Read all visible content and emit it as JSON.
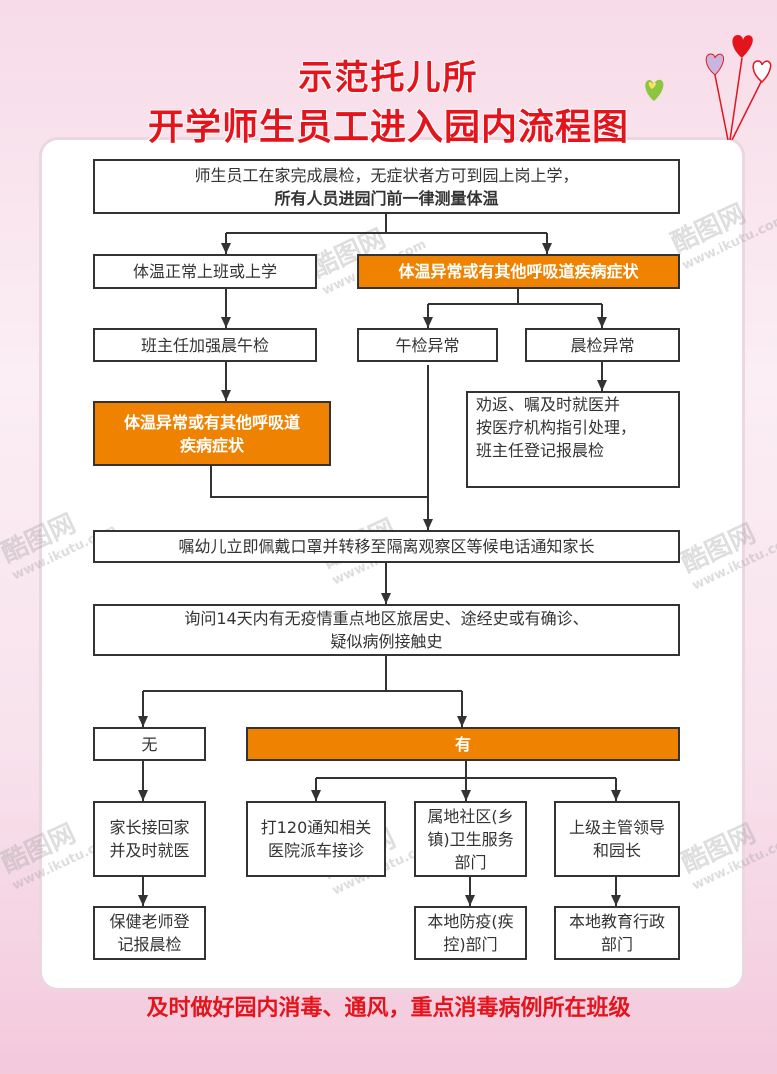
{
  "title": {
    "line1": "示范托儿所",
    "line2": "开学师生员工进入园内流程图"
  },
  "flow": {
    "start": {
      "line1": "师生员工在家完成晨检，无症状者方可到园上岗上学，",
      "line2": "所有人员进园门前一律测量体温"
    },
    "normal_temp": "体温正常上班或上学",
    "abnormal_temp": "体温异常或有其他呼吸道疾病症状",
    "teacher_check": "班主任加强晨午检",
    "noon_abnormal": "午检异常",
    "morning_abnormal": "晨检异常",
    "abnormal_left": {
      "line1": "体温异常或有其他呼吸道",
      "line2": "疾病症状"
    },
    "send_home": {
      "line1": "劝返、嘱及时就医并",
      "line2": "按医疗机构指引处理，",
      "line3": "班主任登记报晨检"
    },
    "isolate": "嘱幼儿立即佩戴口罩并转移至隔离观察区等候电话通知家长",
    "inquire": {
      "line1": "询问14天内有无疫情重点地区旅居史、途经史或有确诊、",
      "line2": "疑似病例接触史"
    },
    "no": "无",
    "yes": "有",
    "parent_pickup": {
      "line1": "家长接回家",
      "line2": "并及时就医"
    },
    "call_120": {
      "line1": "打120通知相关",
      "line2": "医院派车接诊"
    },
    "community": {
      "line1": "属地社区(乡",
      "line2": "镇)卫生服务",
      "line3": "部门"
    },
    "leaders": {
      "line1": "上级主管领导",
      "line2": "和园长"
    },
    "health_teacher": {
      "line1": "保健老师登",
      "line2": "记报晨检"
    },
    "cdc": {
      "line1": "本地防疫(疾",
      "line2": "控)部门"
    },
    "education": {
      "line1": "本地教育行政",
      "line2": "部门"
    }
  },
  "footer": "及时做好园内消毒、通风，重点消毒病例所在班级",
  "watermark": {
    "brand": "酷图网",
    "url": "www.ikutu.com"
  },
  "colors": {
    "title_red": "#e3141c",
    "accent_orange": "#ef8200",
    "line": "#333333"
  }
}
